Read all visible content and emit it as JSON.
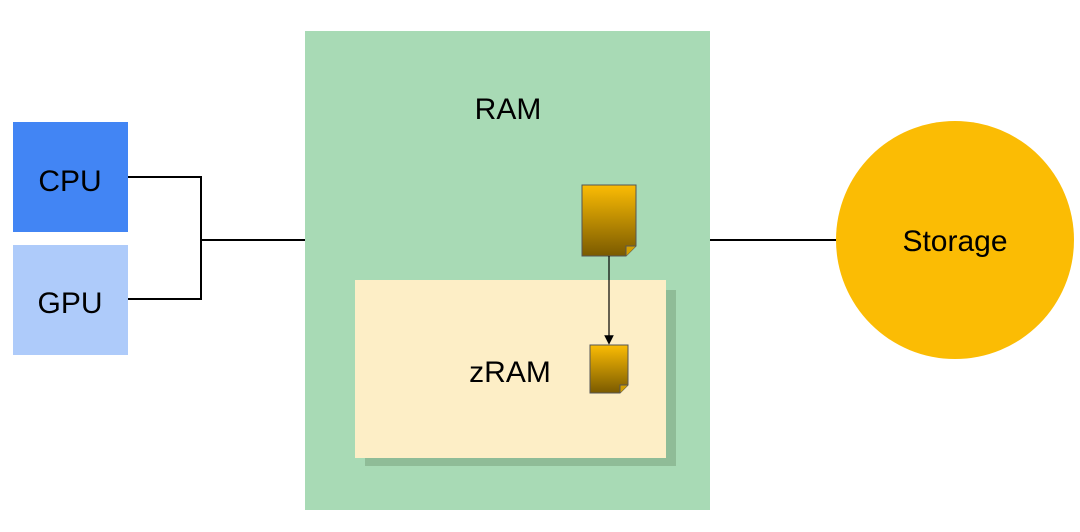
{
  "nodes": {
    "cpu": {
      "label": "CPU",
      "color": "#4285f4"
    },
    "gpu": {
      "label": "GPU",
      "color": "#aecbfa"
    },
    "ram": {
      "label": "RAM",
      "color": "#a8dab5"
    },
    "zram": {
      "label": "zRAM",
      "color": "#fdeec6",
      "shadow_color": "#8fbc97"
    },
    "storage": {
      "label": "Storage",
      "color": "#fbbc04"
    }
  },
  "page_icon": {
    "name": "page-icon",
    "gradient_top": "#fbbc04",
    "gradient_bottom": "#7a5a00"
  },
  "connector_color": "#000000"
}
